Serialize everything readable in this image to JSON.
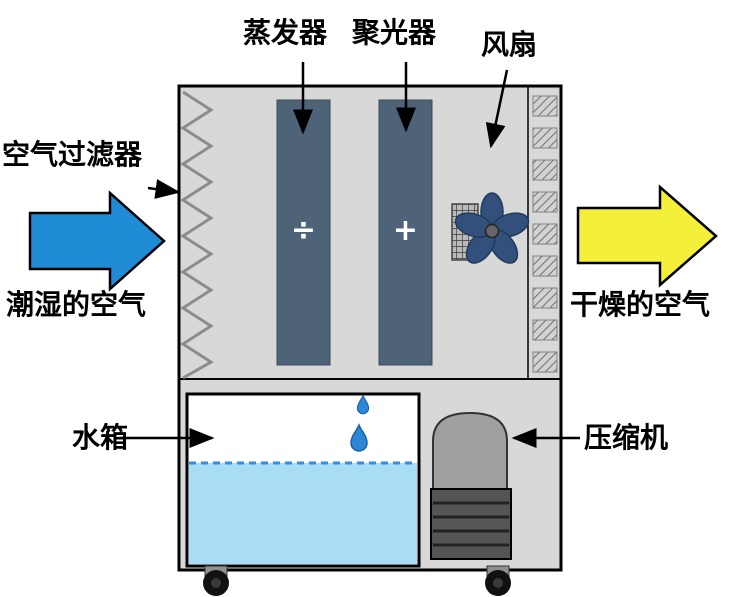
{
  "diagram": {
    "type": "dehumidifier-internal-structure",
    "labels": {
      "evaporator": "蒸发器",
      "condenser": "聚光器",
      "fan": "风扇",
      "air_filter": "空气过滤器",
      "humid_air": "潮湿的空气",
      "dry_air": "干燥的空气",
      "water_tank": "水箱",
      "compressor": "压缩机"
    },
    "symbols": {
      "evaporator_sign": "÷",
      "condenser_sign": "+"
    },
    "colors": {
      "humid_air_arrow": "#1f8bd4",
      "dry_air_arrow": "#f4ef39",
      "coil": "#4e6377",
      "water": "#a9dcf5",
      "water_line": "#2e8fe8",
      "machine_body": "#d8d8d8",
      "fan_blade": "#33507c"
    }
  }
}
